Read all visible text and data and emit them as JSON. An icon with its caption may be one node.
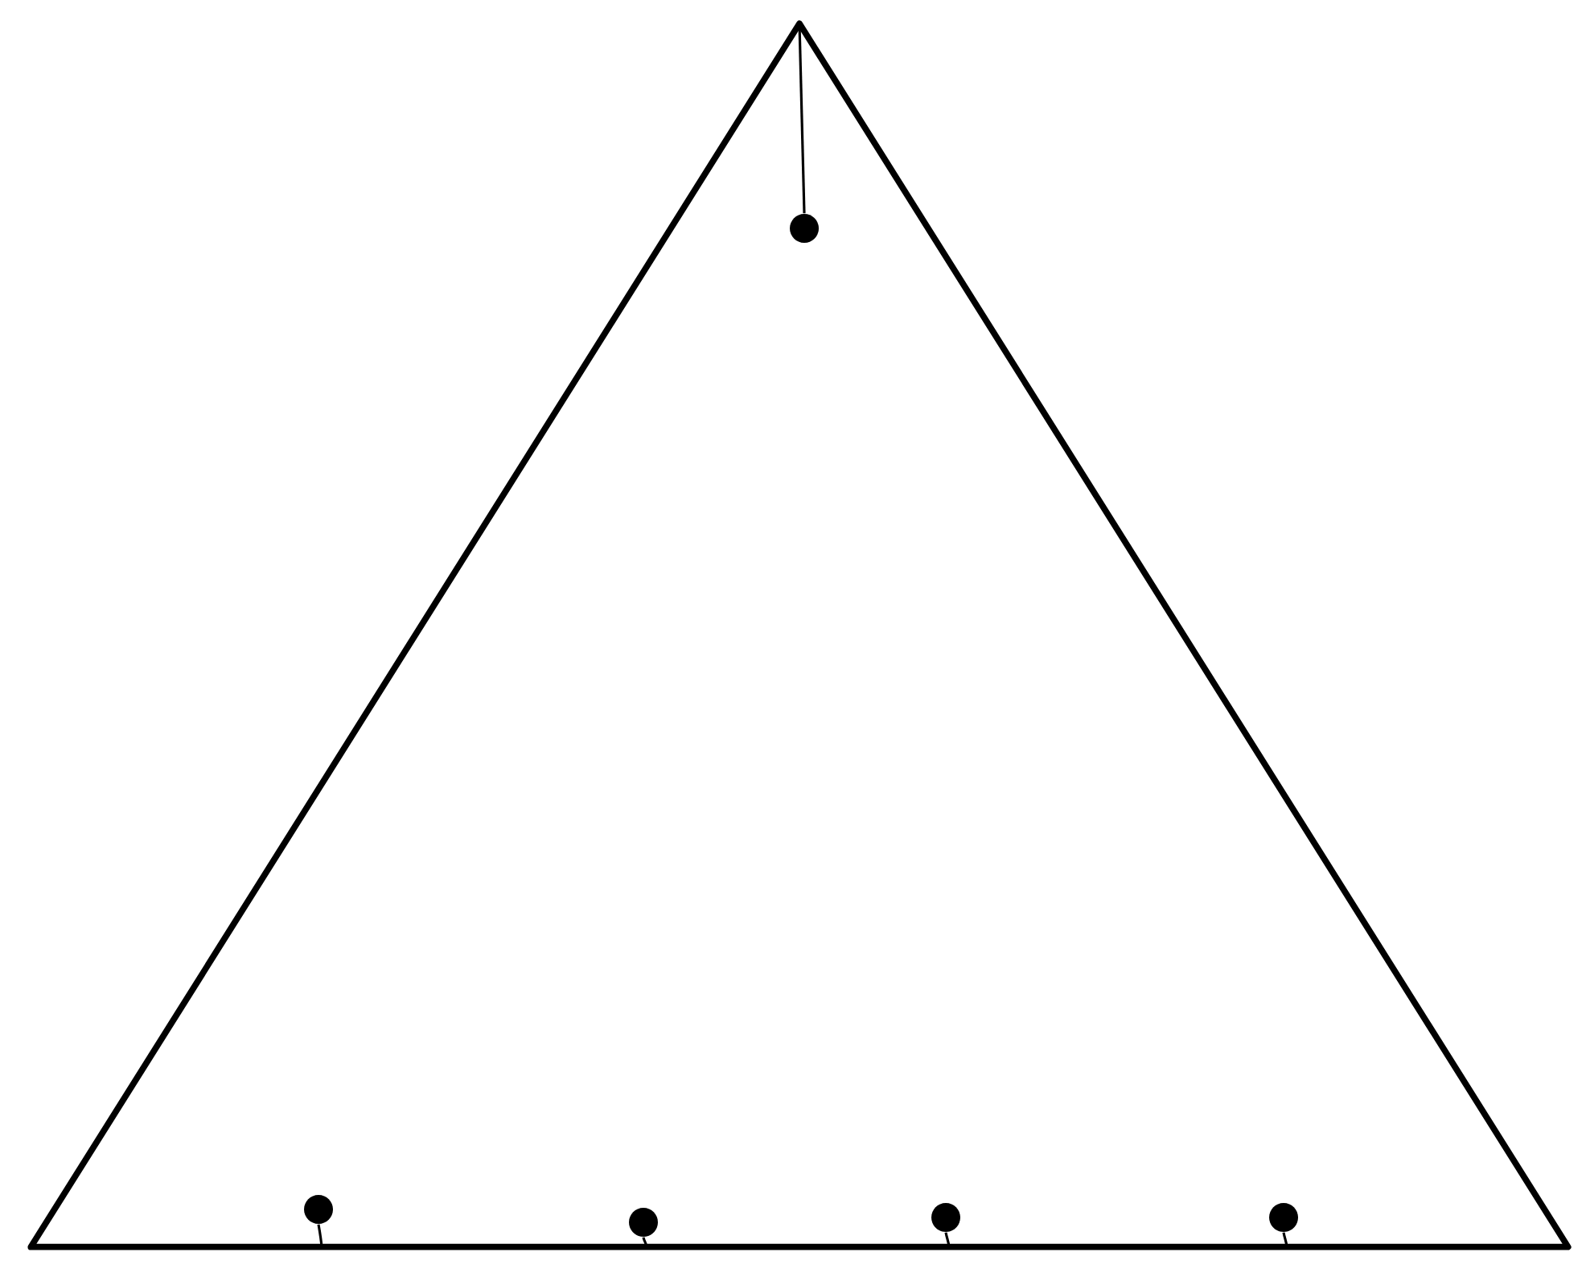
{
  "diagram": {
    "nodes": [
      {
        "text": [],
        "shape": "triangle"
      },
      {
        "text": [],
        "shape": "circle",
        "in": 0
      },
      {
        "text": [],
        "shape": "circle",
        "in": 0
      },
      {
        "text": [],
        "shape": "circle",
        "in": 0
      },
      {
        "text": [],
        "shape": "circle",
        "in": 0
      },
      {
        "text": [],
        "shape": "circle",
        "in": 0
      }
    ],
    "edges": [
      {
        "from": 0,
        "to": 1,
        "arrow": "none"
      },
      {
        "from": 2,
        "to": 0,
        "arrow": "none"
      },
      {
        "from": 3,
        "to": 0,
        "arrow": "none"
      },
      {
        "from": 4,
        "to": 0,
        "arrow": "none"
      },
      {
        "from": 5,
        "to": 0,
        "arrow": "none"
      }
    ]
  }
}
